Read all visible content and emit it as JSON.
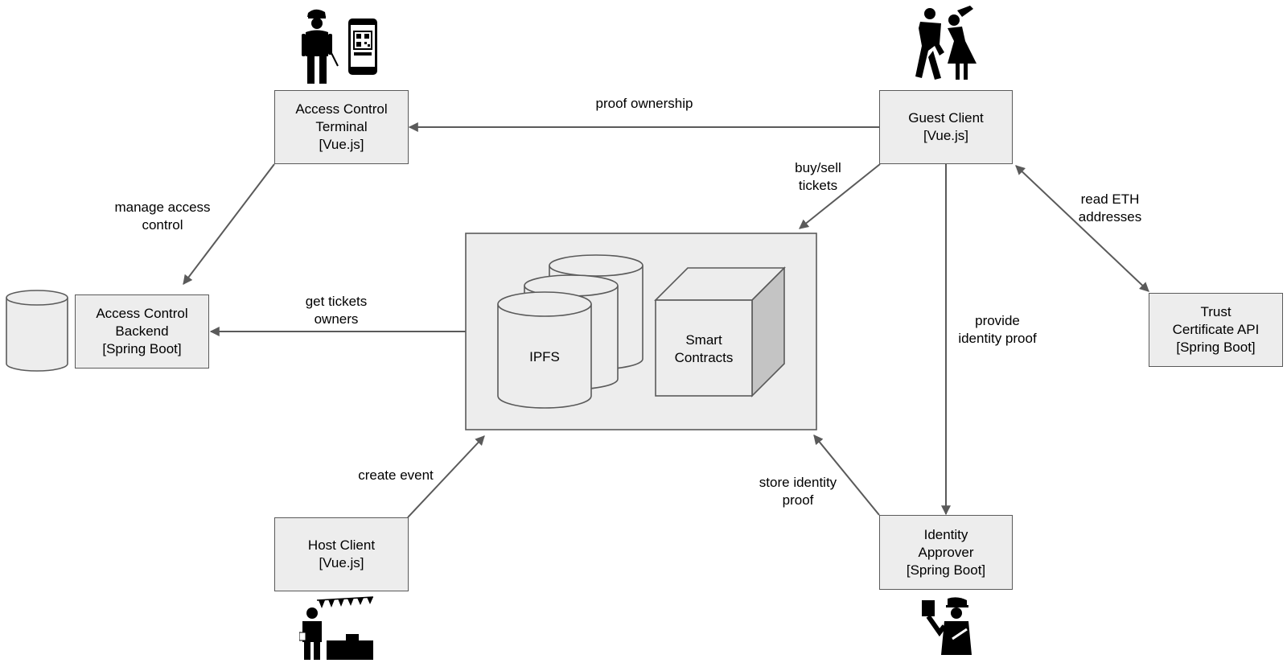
{
  "nodes": {
    "access_terminal": "Access Control\nTerminal\n[Vue.js]",
    "guest_client": "Guest Client\n[Vue.js]",
    "access_backend": "Access Control\nBackend\n[Spring Boot]",
    "trust_api": "Trust\nCertificate API\n[Spring Boot]",
    "host_client": "Host Client\n[Vue.js]",
    "identity_approver": "Identity\nApprover\n[Spring Boot]",
    "ipfs": "IPFS",
    "smart_contracts": "Smart\nContracts"
  },
  "edges": {
    "proof_ownership": "proof ownership",
    "buy_sell": "buy/sell\ntickets",
    "manage_access": "manage access\ncontrol",
    "read_eth": "read ETH\naddresses",
    "get_owners": "get tickets\nowners",
    "provide_identity": "provide\nidentity proof",
    "create_event": "create event",
    "store_identity": "store identity\nproof"
  },
  "icons": {
    "guard": "security-guard-icon",
    "phone": "qr-phone-icon",
    "dancers": "dancing-couple-icon",
    "host": "host-booth-icon",
    "officer": "passport-officer-icon",
    "database": "database-cylinder-icon"
  },
  "colors": {
    "box_fill": "#ededed",
    "stroke": "#5a5a5a",
    "cube_side": "#c4c4c4"
  }
}
